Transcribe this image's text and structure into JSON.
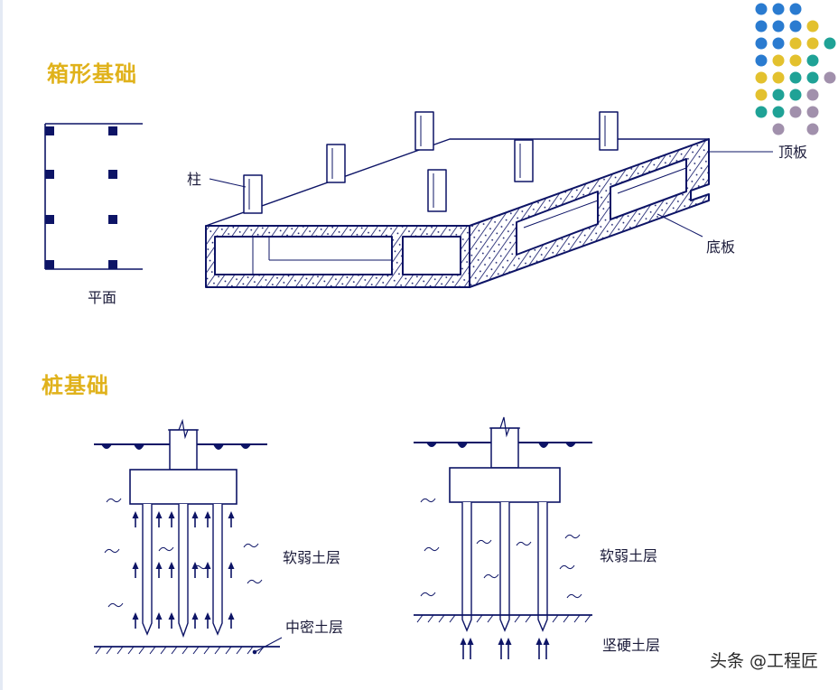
{
  "box_foundation": {
    "title": "箱形基础",
    "plan_label": "平面",
    "column_label": "柱",
    "top_slab_label": "顶板",
    "bottom_slab_label": "底板"
  },
  "pile_foundation": {
    "title": "桩基础",
    "left": {
      "soft_layer": "软弱土层",
      "dense_layer": "中密土层"
    },
    "right": {
      "soft_layer": "软弱土层",
      "hard_layer": "坚硬土层"
    }
  },
  "watermark": "头条 @工程匠",
  "colors": {
    "heading": "#e0b21b",
    "line": "#0d1466",
    "dot_blue": "#2a7bd0",
    "dot_yellow": "#e3c12e",
    "dot_teal": "#1fa296",
    "dot_purple": "#a190ac"
  },
  "dot_grid": [
    [
      "blue",
      "blue",
      "blue",
      "",
      "",
      ""
    ],
    [
      "blue",
      "blue",
      "blue",
      "yellow",
      "",
      ""
    ],
    [
      "blue",
      "blue",
      "yellow",
      "yellow",
      "teal",
      ""
    ],
    [
      "blue",
      "yellow",
      "yellow",
      "teal",
      "",
      ""
    ],
    [
      "yellow",
      "yellow",
      "teal",
      "teal",
      "purple",
      ""
    ],
    [
      "yellow",
      "teal",
      "teal",
      "purple",
      "",
      ""
    ],
    [
      "teal",
      "teal",
      "purple",
      "purple",
      "",
      ""
    ],
    [
      "",
      "purple",
      "",
      "purple",
      "",
      ""
    ]
  ]
}
